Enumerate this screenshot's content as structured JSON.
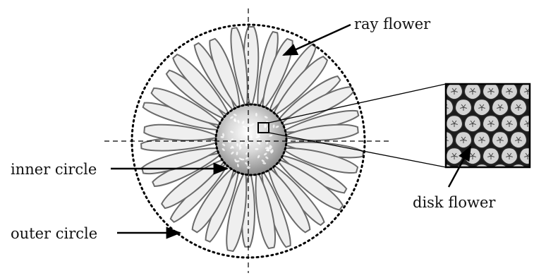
{
  "diagram": {
    "labels": {
      "ray_flower": "ray flower",
      "inner_circle": "inner circle",
      "disk_flower": "disk flower",
      "outer_circle": "outer circle"
    },
    "colors": {
      "petal_fill": "#efefef",
      "petal_stroke": "#6b6b6b",
      "disk_fill": "#c9c9c9",
      "inset_background": "#1c1c1c",
      "floret_fill": "#d4d4d4",
      "line": "#000000"
    },
    "ray_petal_count": 34
  }
}
